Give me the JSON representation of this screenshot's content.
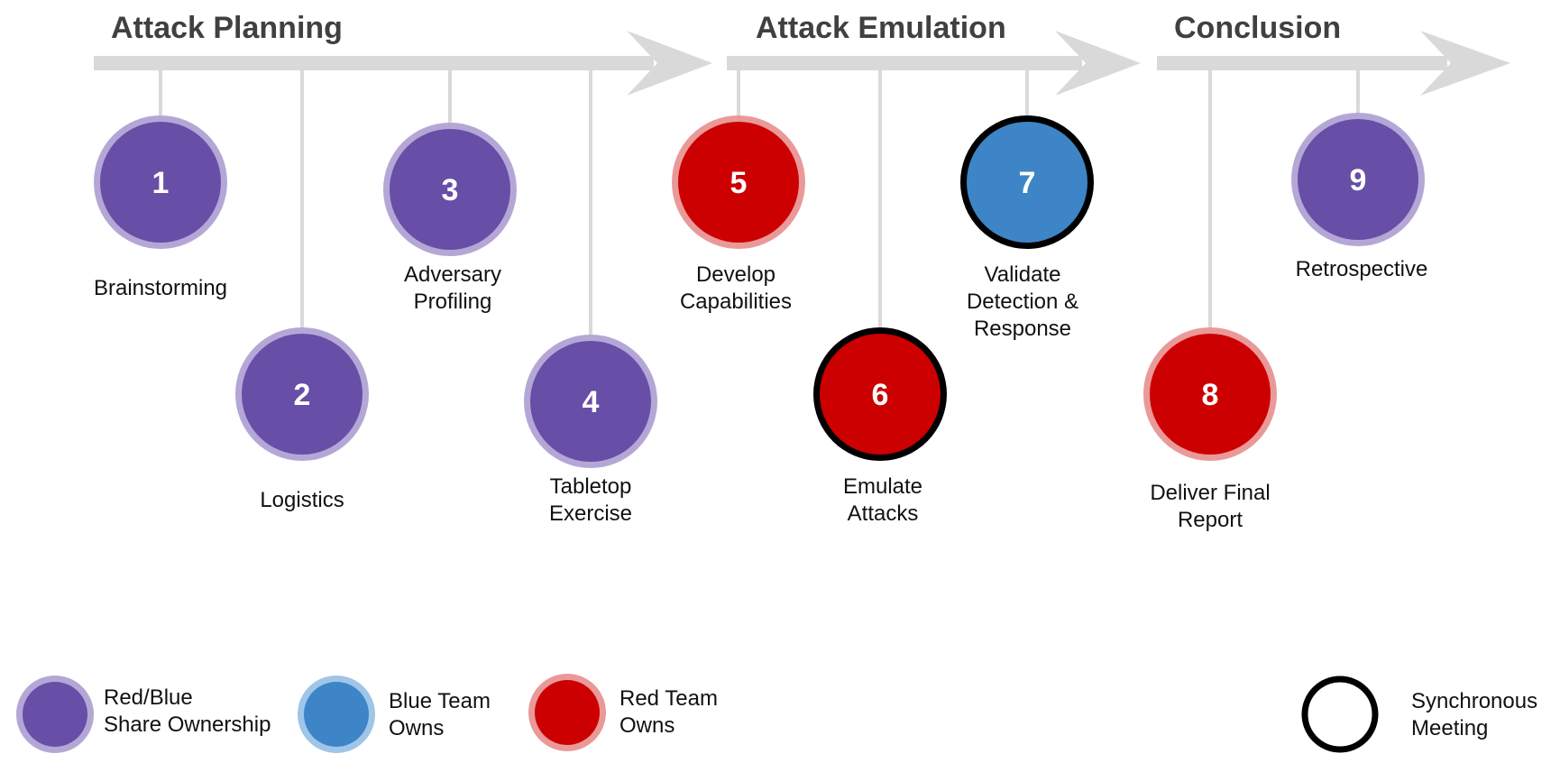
{
  "colors": {
    "shared": "#674ea7",
    "shared_ring": "#b4a7d6",
    "blue": "#3d85c6",
    "blue_ring": "#9fc5e8",
    "red": "#cc0000",
    "red_ring": "#ea9999",
    "sync_ring": "#000000",
    "arrow": "#d9d9d9",
    "connector": "#d9d9d9",
    "phase_title": "#404040"
  },
  "phases": [
    {
      "title": "Attack Planning"
    },
    {
      "title": "Attack Emulation"
    },
    {
      "title": "Conclusion"
    }
  ],
  "steps": [
    {
      "number": "1",
      "label": [
        "Brainstorming"
      ],
      "owner": "shared",
      "synchronous": false
    },
    {
      "number": "2",
      "label": [
        "Logistics"
      ],
      "owner": "shared",
      "synchronous": false
    },
    {
      "number": "3",
      "label": [
        "Adversary",
        "Profiling"
      ],
      "owner": "shared",
      "synchronous": false
    },
    {
      "number": "4",
      "label": [
        "Tabletop",
        "Exercise"
      ],
      "owner": "shared",
      "synchronous": false
    },
    {
      "number": "5",
      "label": [
        "Develop",
        "Capabilities"
      ],
      "owner": "red",
      "synchronous": false
    },
    {
      "number": "6",
      "label": [
        "Emulate",
        "Attacks"
      ],
      "owner": "red",
      "synchronous": true
    },
    {
      "number": "7",
      "label": [
        "Validate",
        "Detection &",
        "Response"
      ],
      "owner": "blue",
      "synchronous": true
    },
    {
      "number": "8",
      "label": [
        "Deliver Final",
        "Report"
      ],
      "owner": "red",
      "synchronous": false
    },
    {
      "number": "9",
      "label": [
        "Retrospective"
      ],
      "owner": "shared",
      "synchronous": false
    }
  ],
  "legend": [
    {
      "key": "shared",
      "label": [
        "Red/Blue",
        "Share Ownership"
      ]
    },
    {
      "key": "blue",
      "label": [
        "Blue Team",
        "Owns"
      ]
    },
    {
      "key": "red",
      "label": [
        "Red Team",
        "Owns"
      ]
    },
    {
      "key": "sync",
      "label": [
        "Synchronous",
        "Meeting"
      ]
    }
  ]
}
